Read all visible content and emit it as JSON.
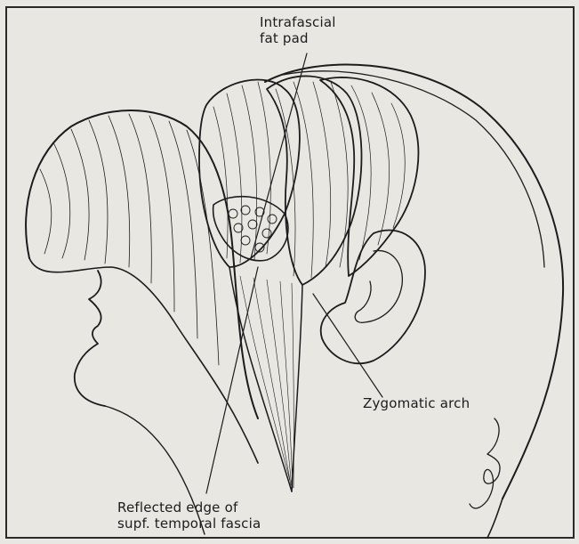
{
  "labels": {
    "intrafascial_fat_pad": [
      "Intrafascial",
      "fat pad"
    ],
    "zygomatic_arch": "Zygomatic arch",
    "reflected_edge": [
      "Reflected edge of",
      "supf. temporal fascia"
    ]
  },
  "colors": {
    "paper": "#e9e7e2",
    "ink": "#1c1c1c",
    "frame": "#2a2a2a"
  },
  "signature": "signature-mark"
}
